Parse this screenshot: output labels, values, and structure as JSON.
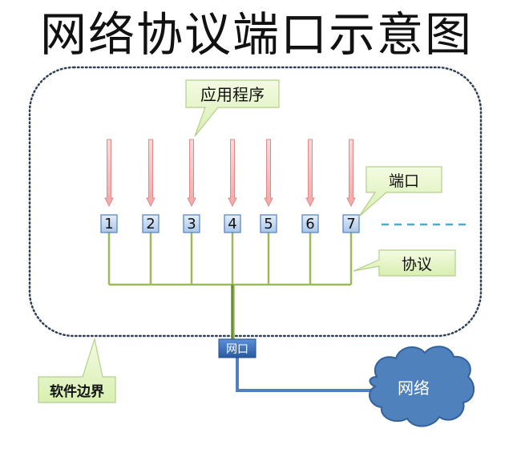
{
  "title": "网络协议端口示意图",
  "callouts": {
    "application": "应用程序",
    "port": "端口",
    "protocol": "协议",
    "boundary": "软件边界"
  },
  "ports": [
    "1",
    "2",
    "3",
    "4",
    "5",
    "6",
    "7"
  ],
  "nic_label": "网口",
  "network_label": "网络",
  "colors": {
    "arrow_fill": "#f9c6c6",
    "arrow_stroke": "#e08a8a",
    "port_fill": "#c6d9f1",
    "port_stroke": "#4f81bd",
    "protocol_line": "#9bbb59",
    "callout_fill": "#e6f5c5",
    "callout_stroke": "#b5cf8a",
    "nic_fill": "#3a6fb5",
    "cloud_fill": "#4f81bd",
    "boundary": "#2f3f55",
    "dash_line": "#4bacc6"
  }
}
